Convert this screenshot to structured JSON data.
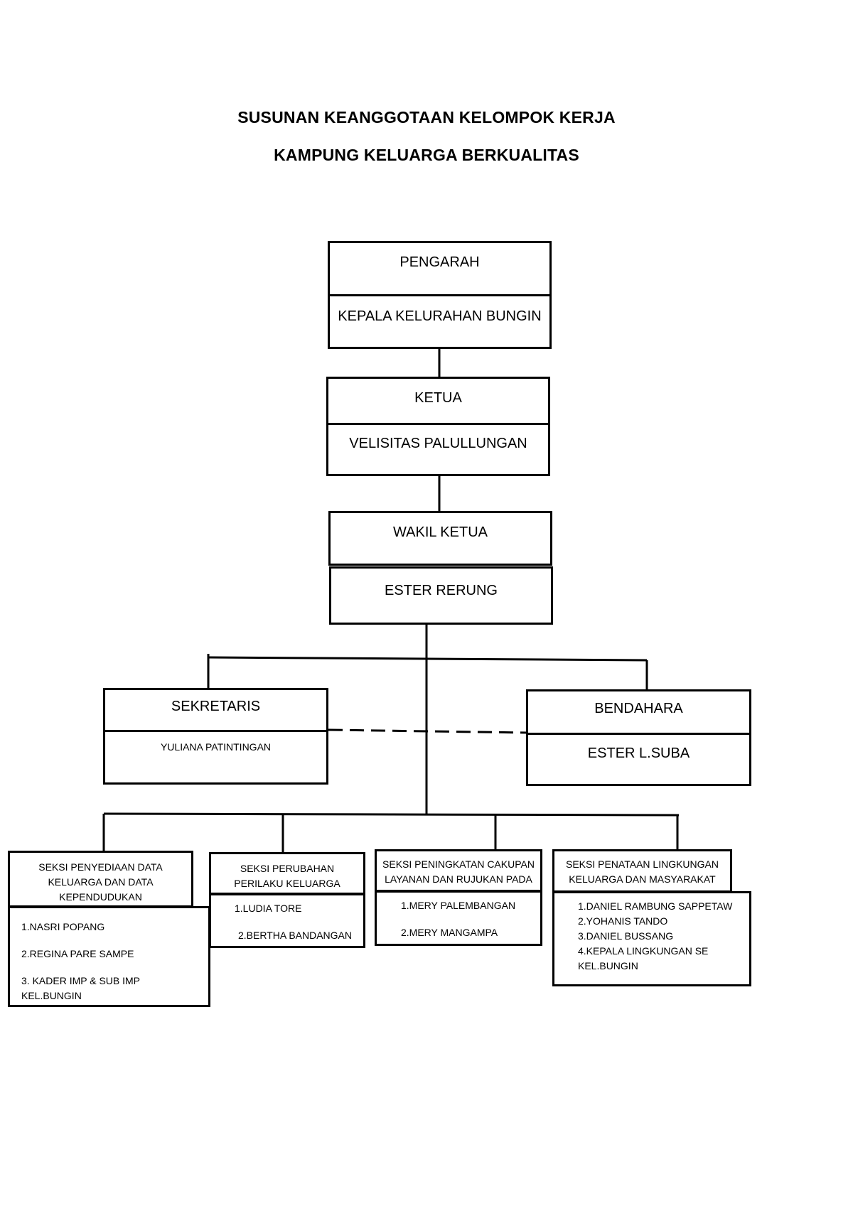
{
  "title": {
    "line1": "SUSUNAN KEANGGOTAAN KELOMPOK KERJA",
    "line2": "KAMPUNG KELUARGA BERKUALITAS"
  },
  "pengarah": {
    "role": "PENGARAH",
    "name": "KEPALA KELURAHAN BUNGIN"
  },
  "ketua": {
    "role": "KETUA",
    "name": "VELISITAS PALULLUNGAN"
  },
  "wakil_ketua": {
    "role": "WAKIL KETUA",
    "name": "ESTER RERUNG"
  },
  "sekretaris": {
    "role": "SEKRETARIS",
    "name": "YULIANA PATINTINGAN"
  },
  "bendahara": {
    "role": "BENDAHARA",
    "name": "ESTER L.SUBA"
  },
  "seksi": [
    {
      "title_lines": [
        "SEKSI  PENYEDIAAN DATA",
        "KELUARGA DAN DATA",
        "KEPENDUDUKAN"
      ],
      "members": [
        "1.NASRI POPANG",
        "2.REGINA PARE SAMPE",
        "3. KADER IMP & SUB IMP",
        "KEL.BUNGIN"
      ]
    },
    {
      "title_lines": [
        "SEKSI PERUBAHAN",
        "PERILAKU KELUARGA"
      ],
      "members": [
        "1.LUDIA TORE",
        "2.BERTHA BANDANGAN"
      ]
    },
    {
      "title_lines": [
        "SEKSI PENINGKATAN CAKUPAN",
        "LAYANAN DAN RUJUKAN PADA"
      ],
      "members": [
        "1.MERY PALEMBANGAN",
        "2.MERY MANGAMPA"
      ]
    },
    {
      "title_lines": [
        "SEKSI PENATAAN LINGKUNGAN",
        "KELUARGA DAN MASYARAKAT"
      ],
      "members": [
        "1.DANIEL RAMBUNG SAPPETAW",
        "2.YOHANIS TANDO",
        "3.DANIEL BUSSANG",
        "4.KEPALA LINGKUNGAN SE",
        "KEL.BUNGIN"
      ]
    }
  ]
}
